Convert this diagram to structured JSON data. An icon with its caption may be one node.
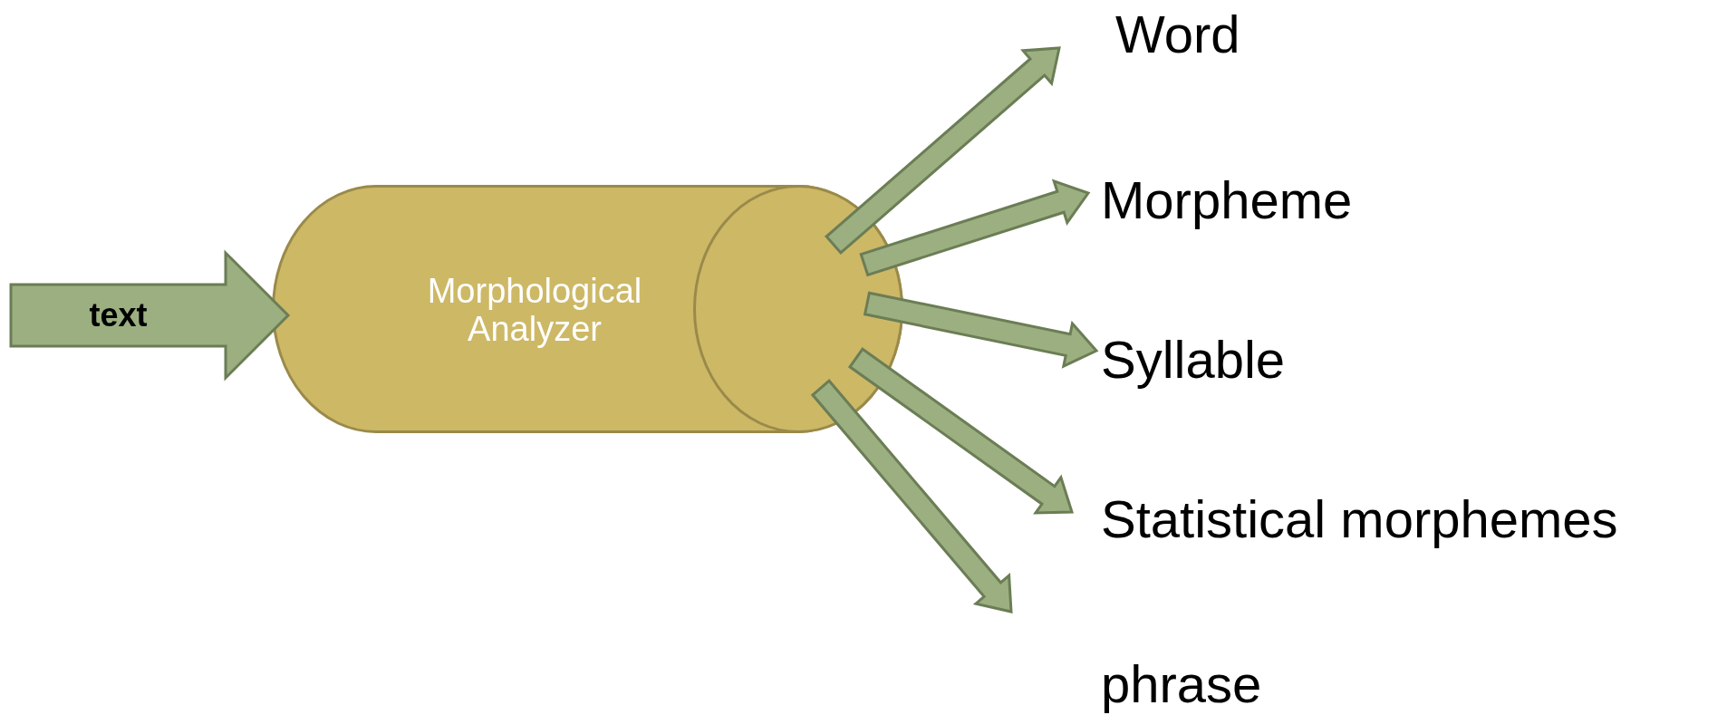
{
  "diagram": {
    "nodes": [
      {
        "text": [
          "Morphological Analyzer"
        ]
      },
      {
        "text": [
          "Word"
        ]
      },
      {
        "text": [
          "Morpheme"
        ]
      },
      {
        "text": [
          "Syllable"
        ]
      },
      {
        "text": [
          "Statistical morphemes"
        ]
      },
      {
        "text": [
          "phrase"
        ]
      }
    ],
    "edges": [
      {
        "from": null,
        "to": 0,
        "arrow": "to",
        "label": "text"
      },
      {
        "from": 0,
        "to": 1,
        "arrow": "to"
      },
      {
        "from": 0,
        "to": 2,
        "arrow": "to"
      },
      {
        "from": 0,
        "to": 3,
        "arrow": "to"
      },
      {
        "from": 0,
        "to": 4,
        "arrow": "to"
      },
      {
        "from": 0,
        "to": 5,
        "arrow": "to"
      }
    ]
  }
}
